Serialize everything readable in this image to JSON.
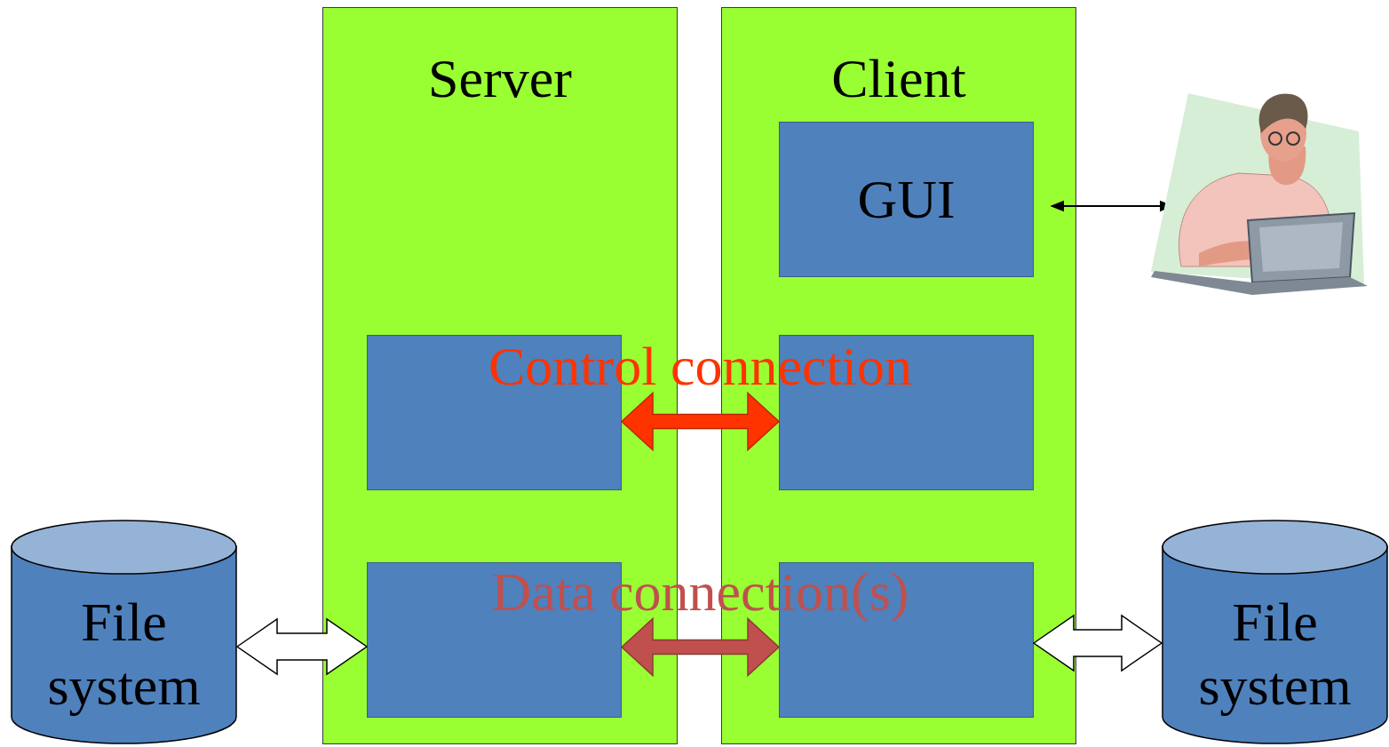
{
  "diagram": {
    "nodes": [
      {
        "text": [
          "Server"
        ]
      },
      {
        "text": [],
        "in": 0
      },
      {
        "text": [],
        "in": 0
      },
      {
        "text": [
          "Client"
        ]
      },
      {
        "text": [
          "GUI"
        ],
        "in": 3
      },
      {
        "text": [],
        "in": 3
      },
      {
        "text": [],
        "in": 3
      },
      {
        "text": [
          "File system"
        ]
      },
      {
        "text": [
          "File system"
        ]
      }
    ],
    "edges": [
      {
        "from": 1,
        "to": 5,
        "label": "Control connection",
        "arrow": "both"
      },
      {
        "from": 2,
        "to": 6,
        "label": "Data connection(s)",
        "arrow": "both"
      },
      {
        "from": 7,
        "to": 2,
        "arrow": "both"
      },
      {
        "from": 6,
        "to": 8,
        "arrow": "both"
      }
    ]
  }
}
